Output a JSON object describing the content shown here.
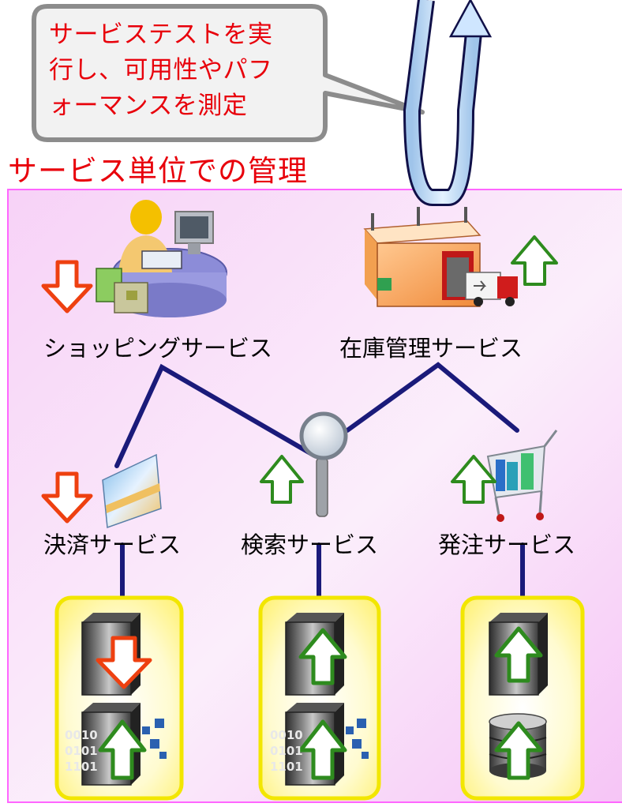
{
  "callout": {
    "line1": "サービステストを実",
    "line2": "行し、可用性やパフ",
    "line3": "ォーマンスを測定"
  },
  "section_title": "サービス単位での管理",
  "services": {
    "shopping": {
      "label": "ショッピングサービス",
      "status": "down"
    },
    "inventory": {
      "label": "在庫管理サービス",
      "status": "up"
    },
    "payment": {
      "label": "決済サービス",
      "status": "down"
    },
    "search": {
      "label": "検索サービス",
      "status": "up"
    },
    "order": {
      "label": "発注サービス",
      "status": "up"
    }
  },
  "binary_digits": [
    "0010",
    "0101",
    "1101"
  ],
  "colors": {
    "alert_red": "#e8000b",
    "ok_green": "#2e8b1e",
    "connector_navy": "#1a1a7a",
    "panel_border": "#ff66ff",
    "server_box_border": "#f2e600"
  }
}
